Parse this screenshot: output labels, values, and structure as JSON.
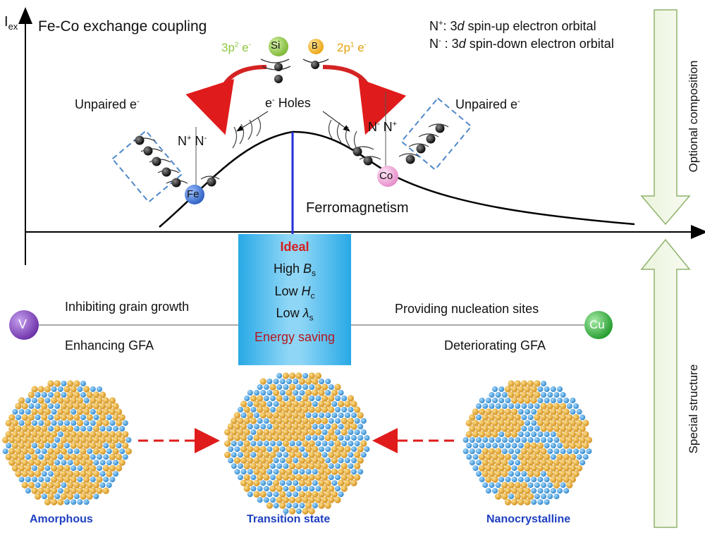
{
  "axis": {
    "y_label_main": "I",
    "y_label_sub": "ex"
  },
  "top": {
    "title": "Fe-Co exchange coupling",
    "legend_plus_sym": "N",
    "legend_plus_sup": "+",
    "legend_plus_pre": ": 3",
    "legend_plus_ital": "d",
    "legend_plus_post": " spin-up electron orbital",
    "legend_minus_sym": "N",
    "legend_minus_sup": "-",
    "legend_minus_pre": " : 3",
    "legend_minus_ital": "d",
    "legend_minus_post": " spin-down electron orbital",
    "si_label": "Si",
    "b_label": "B",
    "si_e_main": "3p",
    "si_e_sup1": "2",
    "si_e_e": " e",
    "si_e_sup2": "-",
    "b_e_main": "2p",
    "b_e_sup1": "1",
    "b_e_e": " e",
    "b_e_sup2": "-",
    "unpaired_left": "Unpaired e",
    "unpaired_right": "Unpaired e",
    "unpaired_sup": "-",
    "holes_e": "e",
    "holes_sup": "-",
    "holes_text": " Holes",
    "fe": "Fe",
    "co": "Co",
    "np_left_n1": "N",
    "np_left_s1": "+",
    "np_left_n2": " N",
    "np_left_s2": "-",
    "np_right_n1": "N",
    "np_right_s1": "-",
    "np_right_n2": " N",
    "np_right_s2": "+",
    "ferromagnetism": "Ferromagnetism"
  },
  "ideal": {
    "title": "Ideal",
    "bs_pre": "High ",
    "bs_var": "B",
    "bs_sub": "s",
    "hc_pre": "Low ",
    "hc_var": "H",
    "hc_sub": "c",
    "ls_pre": "Low ",
    "ls_var": "λ",
    "ls_sub": "s",
    "saving": "Energy saving"
  },
  "left_side": {
    "element": "V",
    "line1": "Inhibiting grain growth",
    "line2": "Enhancing GFA"
  },
  "right_side": {
    "element": "Cu",
    "line1": "Providing nucleation sites",
    "line2": "Deteriorating GFA"
  },
  "structures": {
    "amorphous": "Amorphous",
    "transition": "Transition state",
    "nano": "Nanocrystalline"
  },
  "side_arrows": {
    "upper": "Optional composition",
    "lower": "Special structure"
  },
  "colors": {
    "gold_atom": "#e8a52a",
    "blue_atom": "#3a9ad8",
    "si": "#8dc63f",
    "b": "#f6b824",
    "fe": "#3c6fd1",
    "co": "#f3a6d6",
    "v": "#7a3fb5",
    "cu": "#2ea83a",
    "arrow_red": "#d42323",
    "ideal_red": "#d61e1e",
    "label_blue": "#1e3fc0"
  }
}
